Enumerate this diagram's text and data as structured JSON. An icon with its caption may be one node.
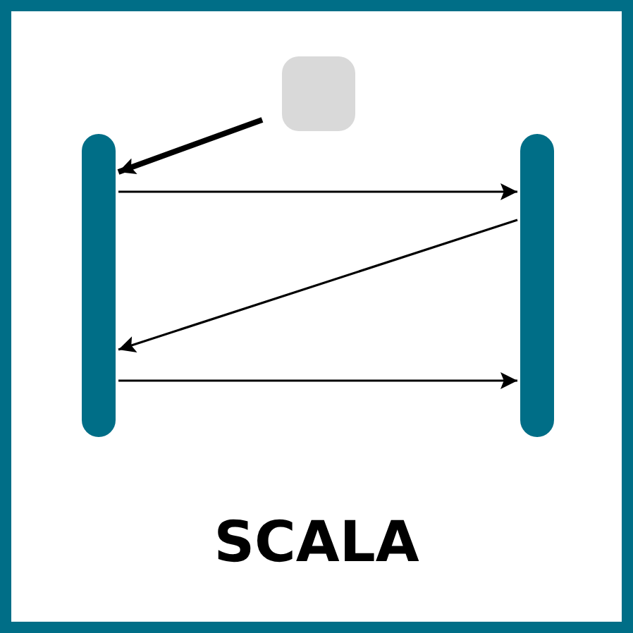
{
  "diagram": {
    "title": "SCALA",
    "nodes": [
      {
        "text": [],
        "shape": "bar"
      },
      {
        "text": [],
        "shape": "bar"
      },
      {
        "text": [],
        "shape": "box"
      }
    ],
    "edges": [
      {
        "from": 2,
        "to": 0,
        "arrow": "to",
        "style": "thick"
      },
      {
        "from": 0,
        "to": 1,
        "arrow": "to"
      },
      {
        "from": 1,
        "to": 0,
        "arrow": "to"
      },
      {
        "from": 0,
        "to": 1,
        "arrow": "to"
      }
    ]
  }
}
